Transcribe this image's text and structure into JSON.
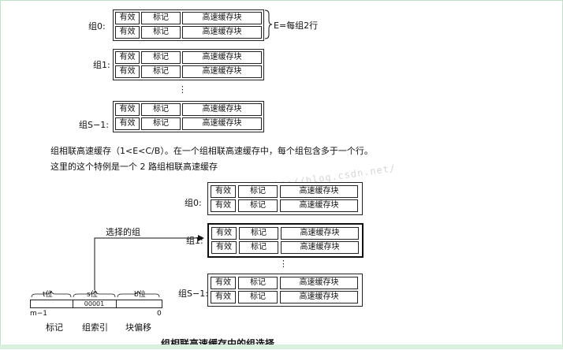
{
  "top_figure": {
    "sets": [
      {
        "label": "组0:",
        "lines": [
          [
            "有效",
            "标记",
            "高速缓存块"
          ],
          [
            "有效",
            "标记",
            "高速缓存块"
          ]
        ]
      },
      {
        "label": "组1:",
        "lines": [
          [
            "有效",
            "标记",
            "高速缓存块"
          ],
          [
            "有效",
            "标记",
            "高速缓存块"
          ]
        ]
      },
      {
        "label": "组S−1:",
        "lines": [
          [
            "有效",
            "标记",
            "高速缓存块"
          ],
          [
            "有效",
            "标记",
            "高速缓存块"
          ]
        ]
      }
    ],
    "dots": "⋮",
    "e_annotation": "E=每组2行"
  },
  "paragraph": {
    "line1": "组相联高速缓存（1<E<C/B）。在一个组相联高速缓存中，每个组包含多于一个行。",
    "line2": "这里的这个特例是一个 2 路组相联高速缓存"
  },
  "watermark": "http://blog.csdn.net/",
  "bottom_figure": {
    "sets": [
      {
        "label": "组0:",
        "lines": [
          [
            "有效",
            "标记",
            "高速缓存块"
          ],
          [
            "有效",
            "标记",
            "高速缓存块"
          ]
        ]
      },
      {
        "label": "组1:",
        "lines": [
          [
            "有效",
            "标记",
            "高速缓存块"
          ],
          [
            "有效",
            "标记",
            "高速缓存块"
          ]
        ]
      },
      {
        "label": "组S−1:",
        "lines": [
          [
            "有效",
            "标记",
            "高速缓存块"
          ],
          [
            "有效",
            "标记",
            "高速缓存块"
          ]
        ]
      }
    ],
    "dots": "⋮",
    "selected_set": "组1:",
    "select_label": "选择的组",
    "address": {
      "t_bits": "t位",
      "s_bits": "s位",
      "b_bits": "b位",
      "set_index_value": "00001",
      "msb_label": "m−1",
      "lsb_label": "0",
      "field_tag": "标记",
      "field_set_index": "组索引",
      "field_block_offset": "块偏移"
    }
  },
  "caption": "组相联高速缓存中的组选择"
}
